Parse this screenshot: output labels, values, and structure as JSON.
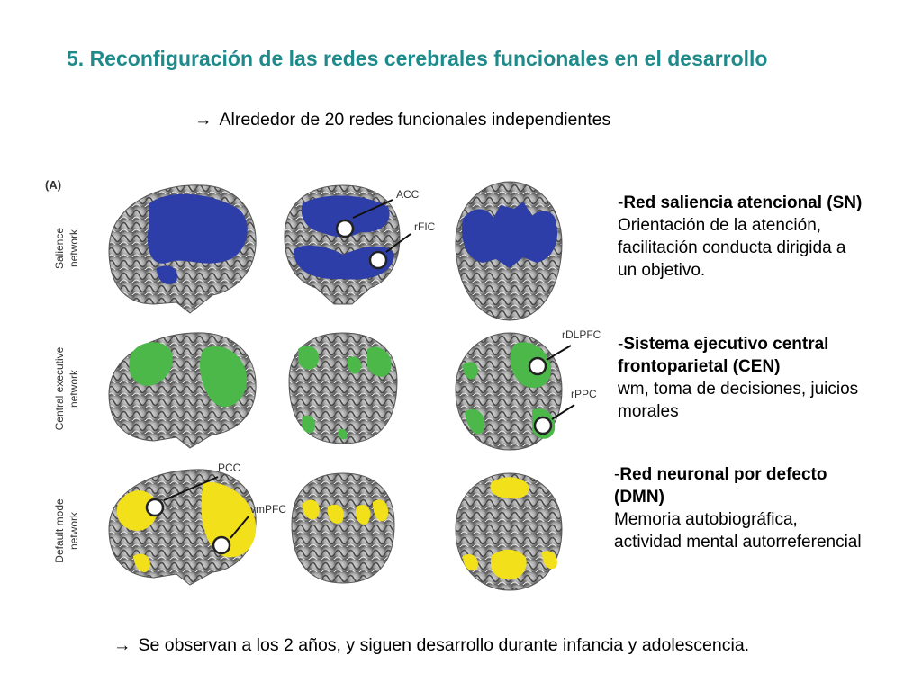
{
  "slide": {
    "title": "5. Reconfiguración de las redes cerebrales funcionales en el desarrollo",
    "subtitle": "Alrededor de 20 redes funcionales independientes",
    "footer": "Se observan a los 2 años, y siguen desarrollo durante infancia y adolescencia.",
    "arrow_icon": ""
  },
  "figure": {
    "panel_label": "(A)",
    "rows": [
      {
        "label_line1": "Salience",
        "label_line2": "network",
        "color": "#2d3ea8"
      },
      {
        "label_line1": "Central executive",
        "label_line2": "network",
        "color": "#4cb84a"
      },
      {
        "label_line1": "Default mode",
        "label_line2": "network",
        "color": "#f1e01a"
      }
    ],
    "annotations": {
      "acc": "ACC",
      "rfic": "rFIC",
      "rdlpfc": "rDLPFC",
      "rppc": "rPPC",
      "pcc": "PCC",
      "vmpfc": "vmPFC"
    }
  },
  "descriptions": {
    "sn": {
      "head_prefix": "-",
      "head": "Red saliencia atencional (SN)",
      "lines": [
        "Orientación de la atención,",
        "facilitación conducta dirigida a",
        "un objetivo."
      ]
    },
    "cen": {
      "head_prefix": "-",
      "head_line1": "Sistema ejecutivo central",
      "head_line2": "frontoparietal (CEN)",
      "lines": [
        "wm, toma de decisiones, juicios",
        "morales"
      ]
    },
    "dmn": {
      "head_prefix": "-",
      "head_line1": "Red neuronal por defecto",
      "head_line2": "(DMN)",
      "lines": [
        "Memoria autobiográfica,",
        "actividad mental autorreferencial"
      ]
    }
  }
}
